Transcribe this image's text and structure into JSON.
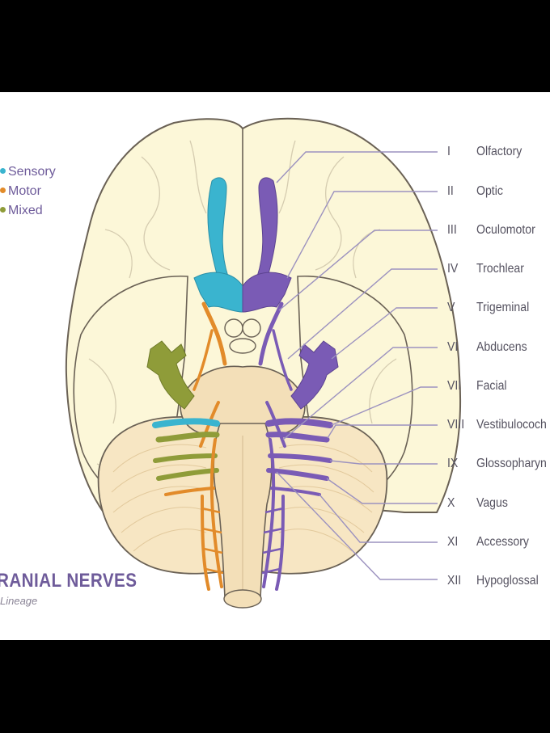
{
  "colors": {
    "background": "#000000",
    "panel": "#ffffff",
    "cerebrum": "#fcf7d8",
    "brainstem": "#f3dfb8",
    "cerebellum": "#f7e6c3",
    "outline": "#6a6155",
    "sensory": "#3ab4cf",
    "motor": "#e28b2a",
    "mixed": "#8f9c39",
    "special": "#7a5bb5",
    "leader_line": "#9c92bf",
    "text": "#555260",
    "title": "#6e5b9a"
  },
  "legend": [
    {
      "label": "Sensory",
      "color": "#3ab4cf"
    },
    {
      "label": "Motor",
      "color": "#e28b2a"
    },
    {
      "label": "Mixed",
      "color": "#8f9c39"
    }
  ],
  "poster": {
    "title": "RANIAL NERVES",
    "credit": "Lineage"
  },
  "nerves": [
    {
      "numeral": "I",
      "name": "Olfactory"
    },
    {
      "numeral": "II",
      "name": "Optic"
    },
    {
      "numeral": "III",
      "name": "Oculomotor"
    },
    {
      "numeral": "IV",
      "name": "Trochlear"
    },
    {
      "numeral": "V",
      "name": "Trigeminal"
    },
    {
      "numeral": "VI",
      "name": "Abducens"
    },
    {
      "numeral": "VII",
      "name": "Facial"
    },
    {
      "numeral": "VIII",
      "name": "Vestibulococh"
    },
    {
      "numeral": "IX",
      "name": "Glossopharyn"
    },
    {
      "numeral": "X",
      "name": "Vagus"
    },
    {
      "numeral": "XI",
      "name": "Accessory"
    },
    {
      "numeral": "XII",
      "name": "Hypoglossal"
    }
  ]
}
